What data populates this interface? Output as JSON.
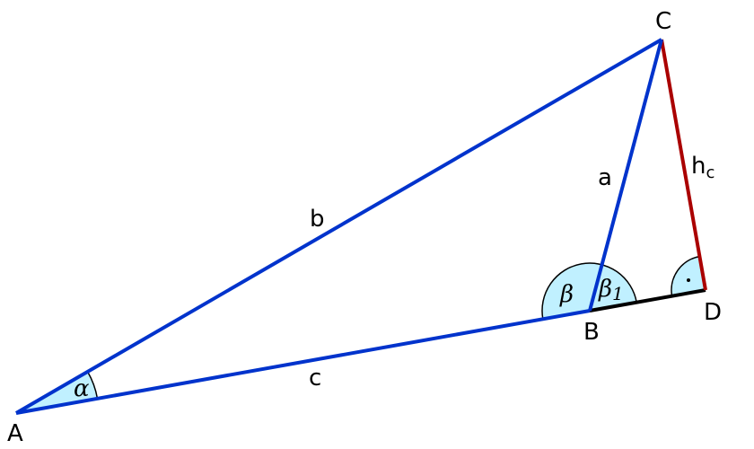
{
  "title": "Obtuse triangle with altitude h_c",
  "vertices": {
    "A": "A",
    "B": "B",
    "C": "C",
    "D": "D"
  },
  "sides": {
    "a": "a",
    "b": "b",
    "c": "c",
    "hc_main": "h",
    "hc_sub": "c"
  },
  "angles": {
    "alpha": "α",
    "beta": "β",
    "beta1": "β",
    "beta1_sub": "1",
    "right_angle_dot": "·"
  },
  "colors": {
    "side": "#0033cc",
    "altitude": "#aa0000",
    "extension": "#000000",
    "angle_fill": "#c0f0ff"
  }
}
